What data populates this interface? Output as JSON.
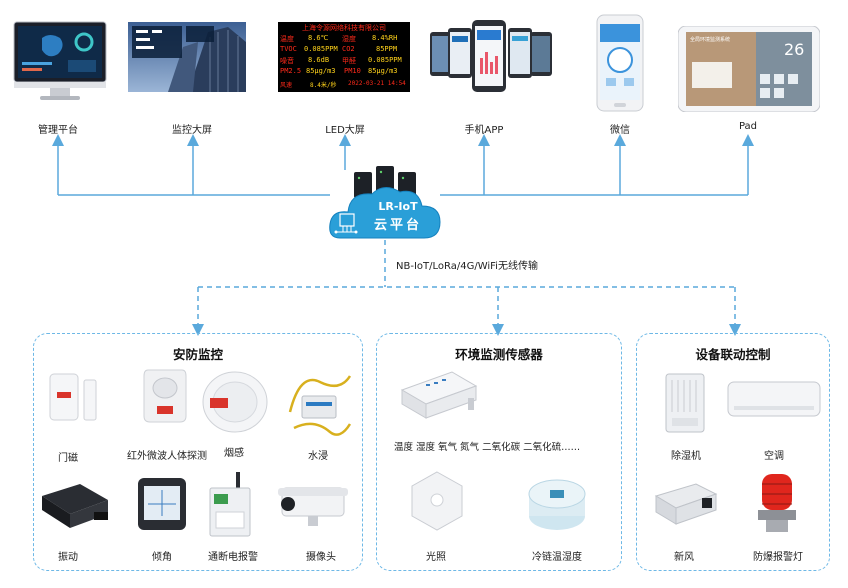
{
  "top_devices": [
    {
      "id": "mgmt",
      "label": "管理平台"
    },
    {
      "id": "screen",
      "label": "监控大屏"
    },
    {
      "id": "led",
      "label": "LED大屏"
    },
    {
      "id": "app",
      "label": "手机APP"
    },
    {
      "id": "wechat",
      "label": "微信"
    },
    {
      "id": "pad",
      "label": "Pad"
    }
  ],
  "led_screen": {
    "title": "上海令源网络科技有限公司",
    "rows": [
      [
        "温度",
        "8.6℃",
        "湿度",
        "8.4%RH"
      ],
      [
        "TVOC",
        "0.085PPM",
        "CO2",
        "85PPM"
      ],
      [
        "噪音",
        "8.6dB",
        "甲醛",
        "0.085PPM"
      ],
      [
        "PM2.5",
        "85μg/m3",
        "PM10",
        "85μg/m3"
      ]
    ],
    "footer_left": "风速",
    "footer_mid": "8.4米/秒",
    "footer_date": "2022-03-21 14:54"
  },
  "pad_screen": {
    "temp": "26",
    "small_title": "全局环境监测系统"
  },
  "cloud": {
    "line1": "LR-IoT",
    "line2": "云平台"
  },
  "transmission_label": "NB-IoT/LoRa/4G/WiFi无线传输",
  "panels": {
    "security": {
      "title": "安防监控",
      "items": [
        "门磁",
        "红外微波人体探测",
        "烟感",
        "水浸",
        "振动",
        "倾角",
        "通断电报警",
        "摄像头"
      ]
    },
    "environment": {
      "title": "环境监测传感器",
      "sensor_desc": "温度  湿度  氧气 氮气  二氧化碳  二氧化硫……",
      "items": [
        "光照",
        "冷链温湿度"
      ]
    },
    "linkage": {
      "title": "设备联动控制",
      "items": [
        "除湿机",
        "空调",
        "新风",
        "防爆报警灯"
      ]
    }
  },
  "colors": {
    "line": "#5aa9dc",
    "dash": "#5aa9dc",
    "cloud": "#2a9fd8",
    "led_bg": "#000000",
    "led_red": "#ff2a1a",
    "led_yellow": "#ffd21a"
  }
}
